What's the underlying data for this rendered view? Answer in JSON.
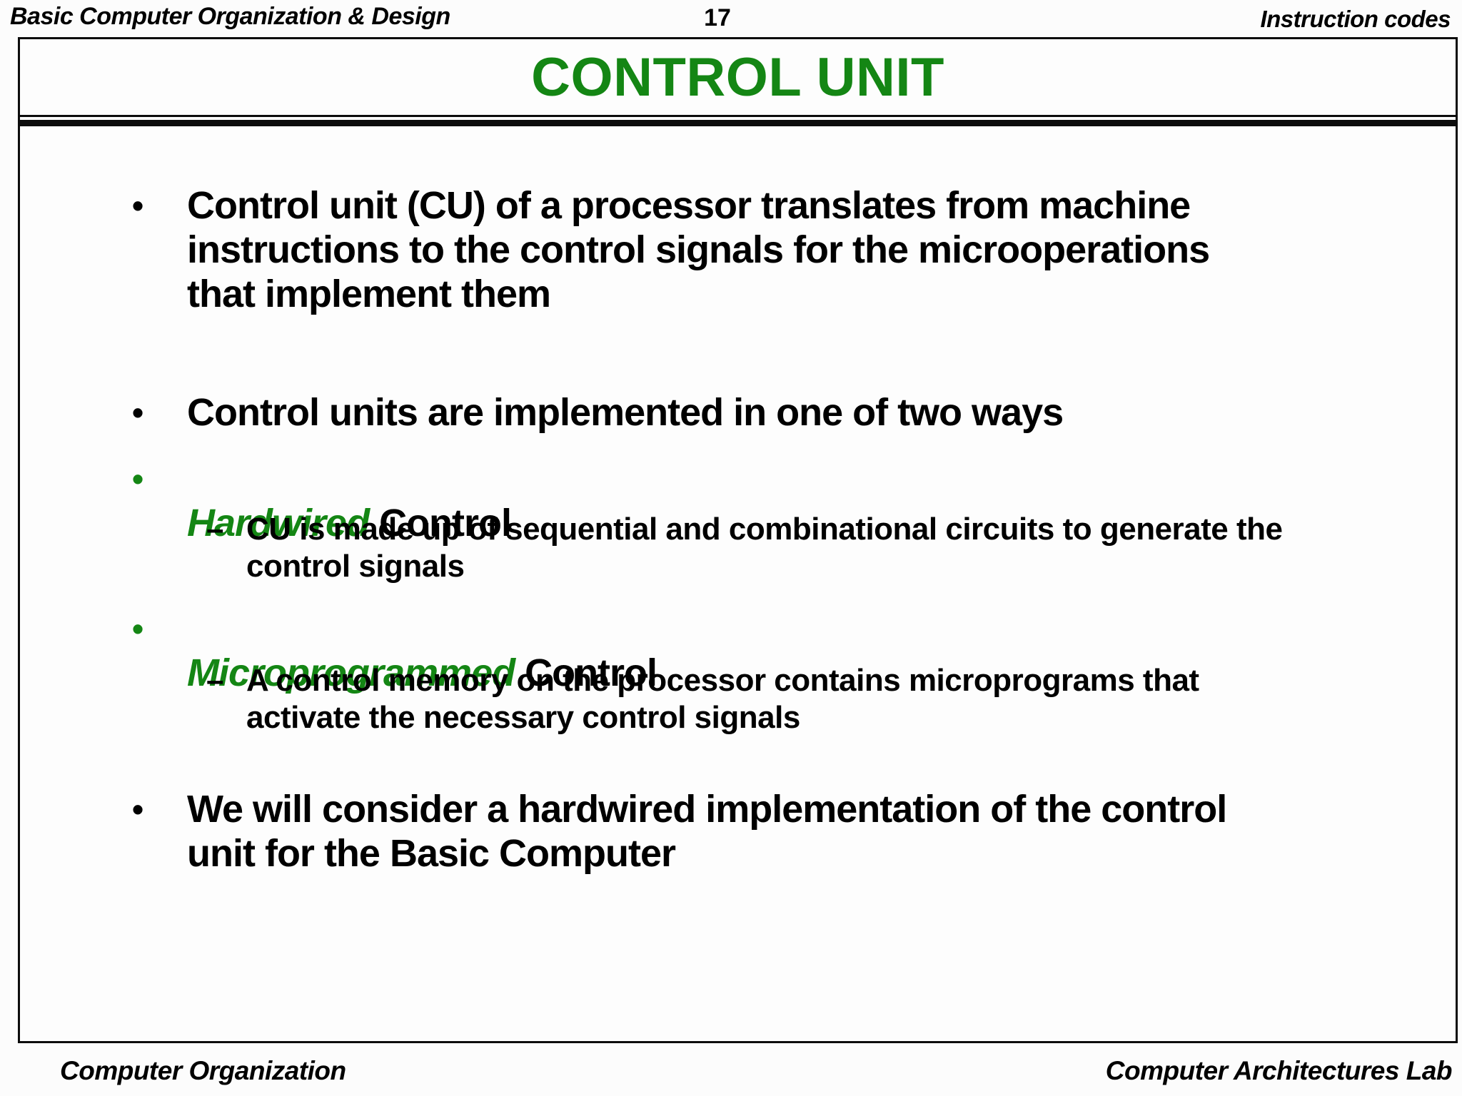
{
  "header": {
    "left": "Basic Computer Organization & Design",
    "page": "17",
    "right": "Instruction codes"
  },
  "slide": {
    "title": "CONTROL UNIT",
    "bullet_char": "•",
    "dash_char": "–",
    "b1_lines": [
      "Control unit (CU) of a processor translates from machine",
      "instructions to the control signals for the microoperations",
      "that implement them"
    ],
    "b2": "Control units are implemented in one of two ways",
    "b3_green": "Hardwired",
    "b3_black": "Control",
    "b3_sub_lines": [
      "CU is made up of sequential and combinational circuits to generate the",
      "control signals"
    ],
    "b4_green": "Microprogrammed",
    "b4_black": "Control",
    "b4_sub_lines": [
      "A control memory on the processor contains microprograms that",
      "activate the necessary control signals"
    ],
    "b5_lines": [
      "We will consider a hardwired implementation of the control",
      "unit for the Basic Computer"
    ]
  },
  "footer": {
    "left": "Computer Organization",
    "right": "Computer Architectures Lab"
  },
  "colors": {
    "accent_green": "#148614",
    "text_black": "#000000",
    "frame_border": "#0c0c0c"
  }
}
